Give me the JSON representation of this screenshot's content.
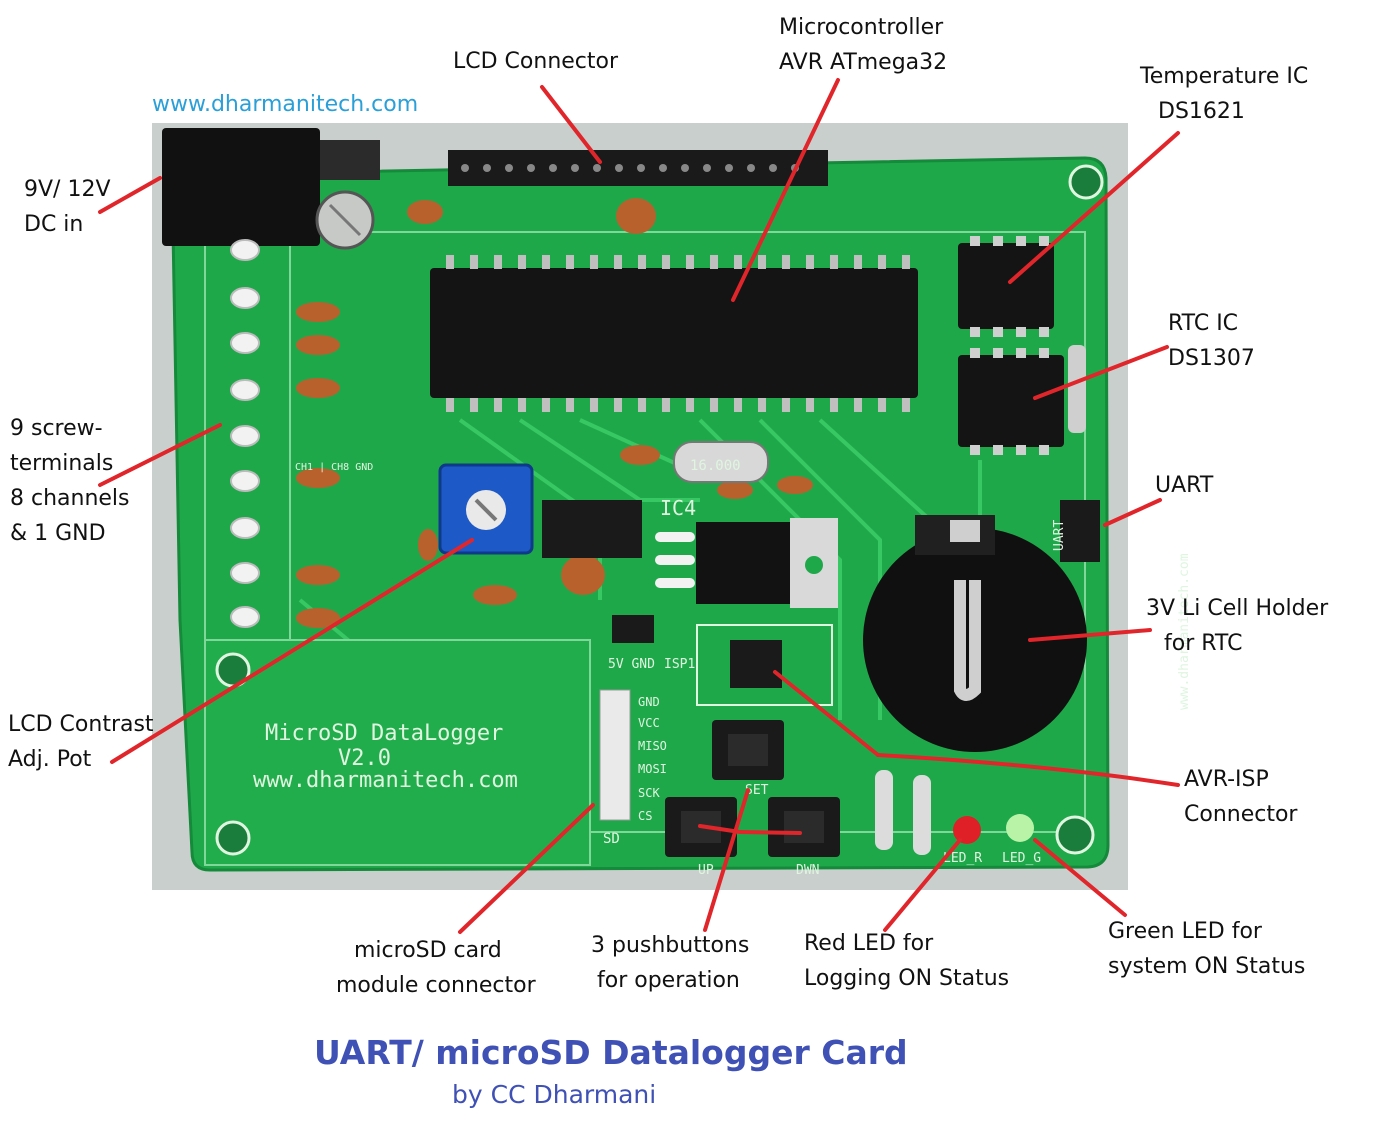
{
  "website": "www.dharmanitech.com",
  "callouts": {
    "lcd_connector": [
      "LCD Connector"
    ],
    "microcontroller": [
      "Microcontroller",
      "AVR ATmega32"
    ],
    "temperature_ic": [
      "Temperature IC",
      "DS1621"
    ],
    "dc_in": [
      "9V/ 12V",
      "DC in"
    ],
    "rtc_ic": [
      "RTC IC",
      "DS1307"
    ],
    "screw_terminals": [
      "9 screw-",
      "terminals",
      "8 channels",
      "& 1 GND"
    ],
    "uart": [
      "UART"
    ],
    "cell_holder": [
      "3V Li Cell Holder",
      "for RTC"
    ],
    "lcd_contrast": [
      "LCD Contrast",
      "Adj. Pot"
    ],
    "avr_isp": [
      "AVR-ISP",
      "Connector"
    ],
    "microsd_connector": [
      "microSD card",
      "module connector"
    ],
    "pushbuttons": [
      "3 pushbuttons",
      "for operation"
    ],
    "red_led": [
      "Red LED for",
      "Logging ON Status"
    ],
    "green_led": [
      "Green LED for",
      "system ON Status"
    ]
  },
  "board_silkscreen": {
    "card_title": "MicroSD DataLogger",
    "card_version": "V2.0",
    "card_url": "www.dharmanitech.com",
    "sd_pins": [
      "GND",
      "VCC",
      "MISO",
      "MOSI",
      "SCK",
      "CS"
    ],
    "sd_label": "SD",
    "uart_label": "UART",
    "isp_label": "ISP1",
    "power_label": "5V GND",
    "ic4_label": "IC4",
    "crystal_label": "16.000",
    "button_labels": [
      "UP",
      "SET",
      "DWN"
    ],
    "led_labels": [
      "LED_R",
      "LED_G"
    ],
    "channel_label": "CH1 | CH8 GND",
    "side_url": "www.dharmanitech.com"
  },
  "footer": {
    "title": "UART/ microSD Datalogger Card",
    "byline": "by CC Dharmani"
  },
  "colors": {
    "pcb_green": "#1fa84a",
    "pointer_red": "#e0262b",
    "title_blue": "#3f51b5",
    "url_blue": "#2a9fd8"
  }
}
